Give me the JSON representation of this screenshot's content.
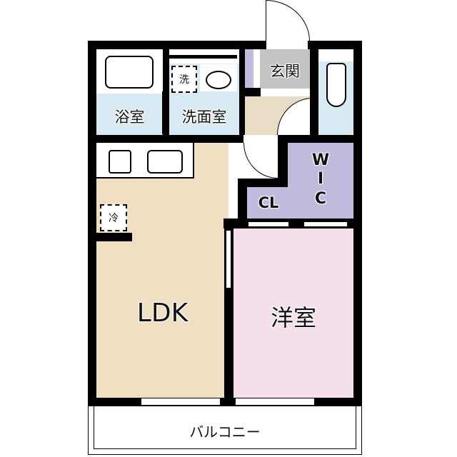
{
  "floor_plan": {
    "rooms": {
      "ldk": {
        "label": "LDK",
        "color": "#f0dfc0"
      },
      "western_room": {
        "label": "洋室",
        "color": "#f5dfea"
      },
      "bathroom": {
        "label": "浴室",
        "color": "#d8eaf4"
      },
      "washroom": {
        "label": "洗面室",
        "color": "#d8eaf4"
      },
      "entrance": {
        "label": "玄関",
        "color": "#c3c3c3"
      },
      "toilet": {
        "label": "",
        "color": "#d8eaf4"
      },
      "walk_in_closet": {
        "label_lines": [
          "W",
          "I",
          "C"
        ],
        "color": "#bebbdd"
      },
      "closet": {
        "label": "CL",
        "color": "#bebbdd"
      },
      "hallway": {
        "label": "",
        "color": "#e8dcc4"
      },
      "balcony": {
        "label": "バルコニー",
        "color": "#ffffff"
      }
    },
    "fixtures": {
      "washing_machine": "洗",
      "refrigerator": "冷"
    },
    "wall_color": "#000000"
  }
}
